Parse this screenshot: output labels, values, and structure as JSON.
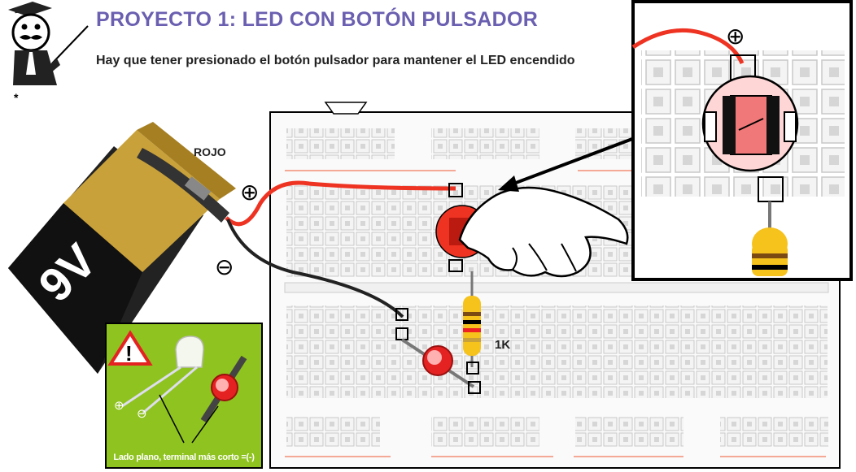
{
  "header": {
    "title": "PROYECTO 1: LED CON BOTÓN PULSADOR",
    "subtitle": "Hay que tener presionado el botón pulsador para mantener el LED encendido",
    "footnote_mark": "*"
  },
  "battery": {
    "voltage_label": "9V",
    "wire_label": "ROJO",
    "plus_symbol": "⊕",
    "minus_symbol": "⊖"
  },
  "resistor": {
    "label": "1K"
  },
  "zoom_inset": {
    "plus_symbol": "⊕"
  },
  "warning_box": {
    "caption": "Lado plano, terminal más corto =(-)",
    "plus_symbol": "⊕",
    "minus_symbol": "⊖",
    "warning_mark": "!"
  },
  "colors": {
    "title": "#6a5fb0",
    "wire_red": "#ee3322",
    "wire_black": "#222222",
    "warning_bg": "#8fc31f",
    "battery_gold": "#c9a13a",
    "battery_black": "#1a1a1a"
  }
}
